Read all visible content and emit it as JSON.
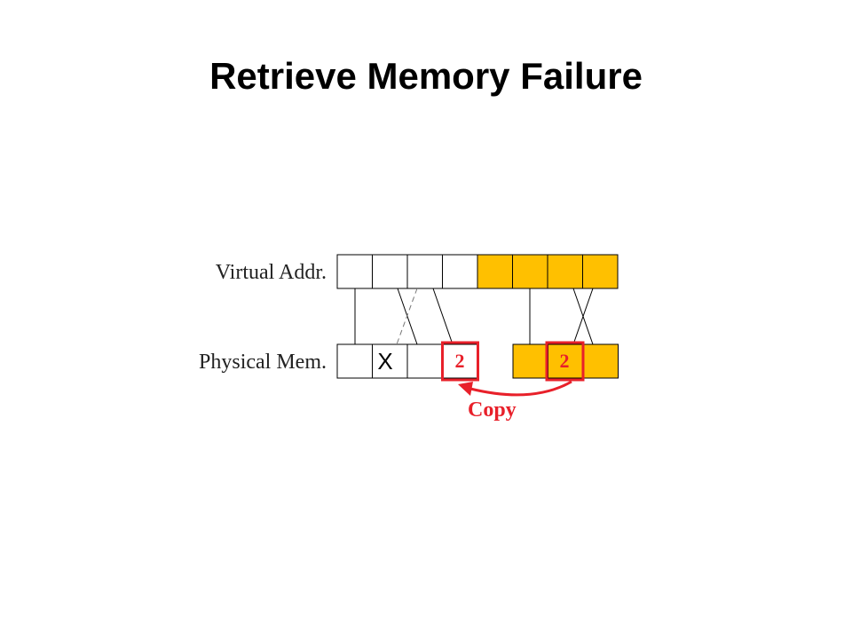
{
  "slide": {
    "title": "Retrieve Memory Failure"
  },
  "diagram": {
    "virtual_label": "Virtual Addr.",
    "physical_label": "Physical Mem.",
    "failed_cell_mark": "X",
    "copied_value_source": "2",
    "copied_value_dest": "2",
    "copy_label": "Copy",
    "colors": {
      "highlight_fill": "#ffc000",
      "copy_accent": "#e8202a",
      "cell_stroke": "#000000"
    }
  }
}
